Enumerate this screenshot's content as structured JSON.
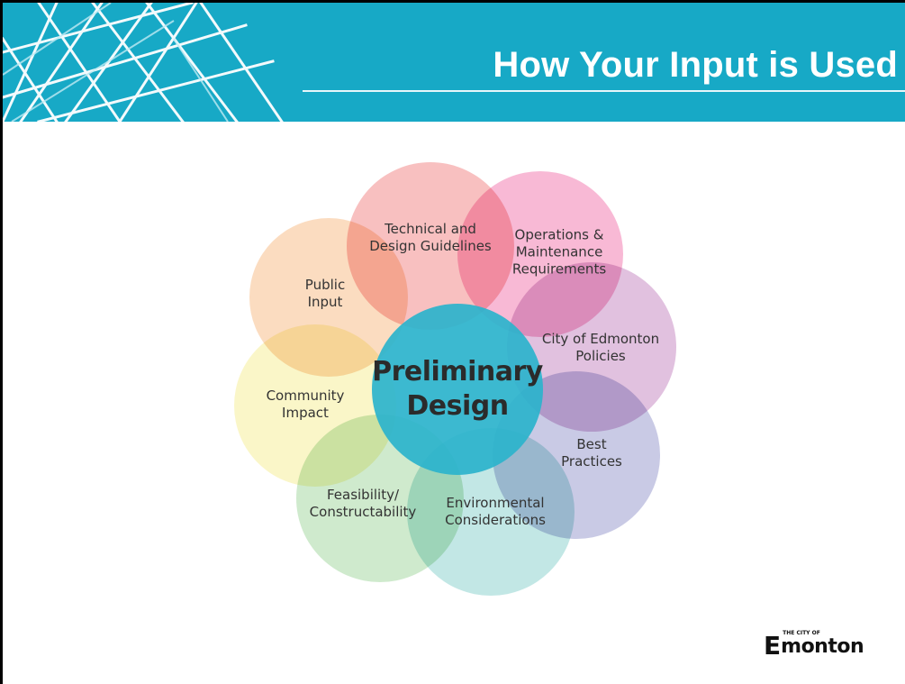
{
  "header": {
    "title": "How Your Input is Used",
    "background_color": "#17a9c6"
  },
  "diagram": {
    "center": {
      "lines": [
        "Preliminary",
        "Design"
      ],
      "color": "#2bb3cc"
    },
    "petals": [
      {
        "id": "technical",
        "lines": [
          "Technical and",
          "Design Guidelines"
        ],
        "color": "#f28c8c"
      },
      {
        "id": "operations",
        "lines": [
          "Operations &",
          "Maintenance",
          "Requirements"
        ],
        "color": "#f27fb2"
      },
      {
        "id": "policies",
        "lines": [
          "City of Edmonton",
          "Policies"
        ],
        "color": "#c98ec4"
      },
      {
        "id": "best-practices",
        "lines": [
          "Best",
          "Practices"
        ],
        "color": "#9c9fd0"
      },
      {
        "id": "environmental",
        "lines": [
          "Environmental",
          "Considerations"
        ],
        "color": "#8fd3d0"
      },
      {
        "id": "feasibility",
        "lines": [
          "Feasibility/",
          "Constructability"
        ],
        "color": "#a8d8a4"
      },
      {
        "id": "community",
        "lines": [
          "Community",
          "Impact"
        ],
        "color": "#f5ef9a"
      },
      {
        "id": "public-input",
        "lines": [
          "Public",
          "Input"
        ],
        "color": "#f7c08c"
      }
    ]
  },
  "logo": {
    "small_text": "THE CITY OF",
    "word": "monton",
    "mark": "E"
  }
}
